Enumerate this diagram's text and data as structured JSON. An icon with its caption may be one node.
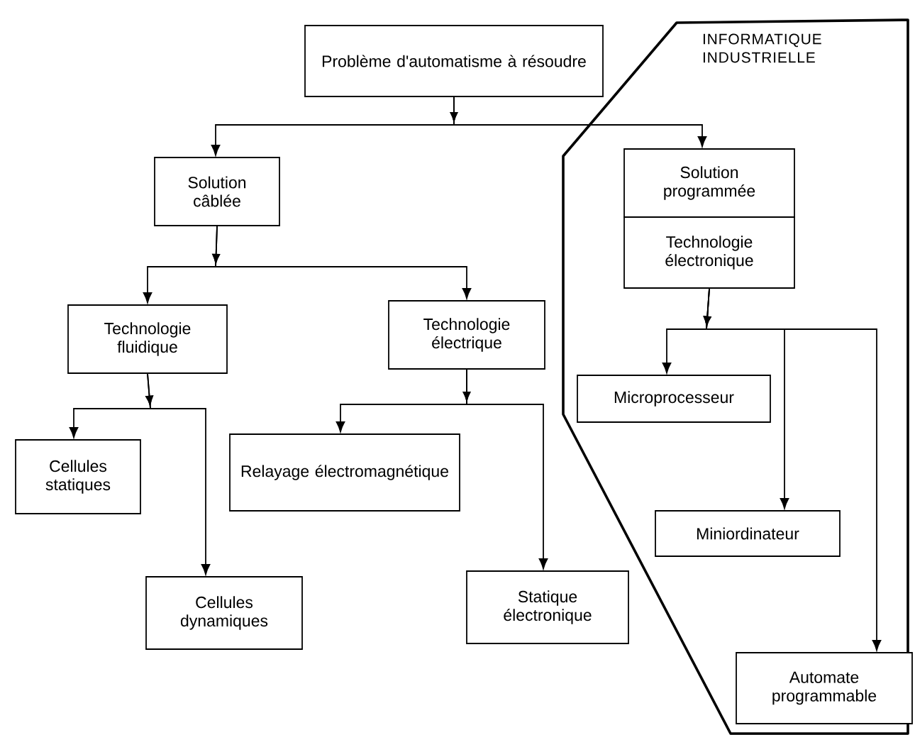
{
  "diagram": {
    "nodes": [
      {
        "text": [
          "Problème d'automatisme à résoudre"
        ]
      },
      {
        "text": [
          "Solution câblée"
        ]
      },
      {
        "text": [
          "INFORMATIQUE INDUSTRIELLE"
        ]
      },
      {
        "text": [
          "Solution programmée"
        ],
        "in": 2
      },
      {
        "text": [
          "Technologie électronique"
        ],
        "in": 2
      },
      {
        "text": [
          "Technologie fluidique"
        ]
      },
      {
        "text": [
          "Technologie électrique"
        ]
      },
      {
        "text": [
          "Microprocesseur"
        ],
        "in": 2
      },
      {
        "text": [
          "Cellules statiques"
        ]
      },
      {
        "text": [
          "Relayage électromagnétique"
        ]
      },
      {
        "text": [
          "Miniordinateur"
        ],
        "in": 2
      },
      {
        "text": [
          "Cellules dynamiques"
        ]
      },
      {
        "text": [
          "Statique électronique"
        ]
      },
      {
        "text": [
          "Automate programmable"
        ],
        "in": 2
      }
    ],
    "edges": [
      {
        "from": 0,
        "to": 1,
        "arrow": "to"
      },
      {
        "from": 0,
        "to": 3,
        "arrow": "to"
      },
      {
        "from": 1,
        "to": 5,
        "arrow": "to"
      },
      {
        "from": 1,
        "to": 6,
        "arrow": "to"
      },
      {
        "from": 4,
        "to": 7,
        "arrow": "to"
      },
      {
        "from": 4,
        "to": 10,
        "arrow": "to"
      },
      {
        "from": 4,
        "to": 13,
        "arrow": "to"
      },
      {
        "from": 5,
        "to": 8,
        "arrow": "to"
      },
      {
        "from": 5,
        "to": 11,
        "arrow": "to"
      },
      {
        "from": 6,
        "to": 9,
        "arrow": "to"
      },
      {
        "from": 6,
        "to": 12,
        "arrow": "to"
      }
    ]
  }
}
